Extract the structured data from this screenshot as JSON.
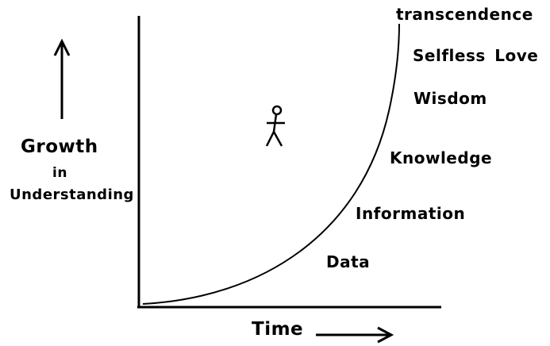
{
  "levels": {
    "transcendence": "transcendence",
    "selfless_love": "Selfless Love",
    "wisdom": "Wisdom",
    "knowledge": "Knowledge",
    "information": "Information",
    "data": "Data"
  },
  "y_axis": {
    "growth": "Growth",
    "in": "in",
    "understanding": "Understanding"
  },
  "x_axis": {
    "time": "Time"
  },
  "colors": {
    "ink": "#000000",
    "background": "#ffffff"
  },
  "icons": [
    "up-arrow-icon",
    "right-arrow-icon",
    "stick-figure-icon"
  ]
}
